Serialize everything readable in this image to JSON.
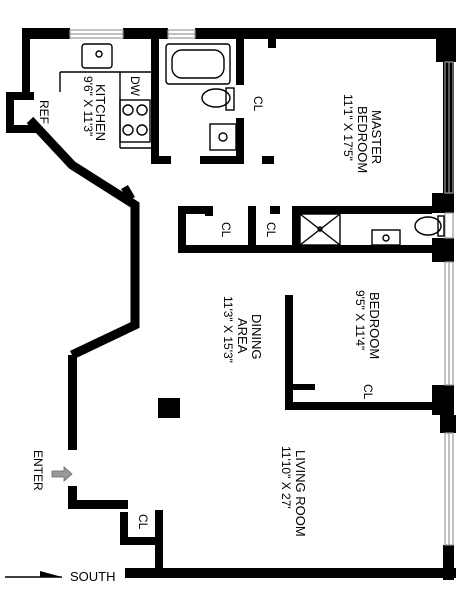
{
  "rooms": {
    "kitchen": {
      "name": "KITCHEN",
      "dims": "9'6\" X 11'3\""
    },
    "master_bedroom": {
      "name_line1": "MASTER",
      "name_line2": "BEDROOM",
      "dims": "11'1\" X 17'5\""
    },
    "bedroom": {
      "name": "BEDROOM",
      "dims": "9'5\" X 11'4\""
    },
    "dining_area": {
      "name_line1": "DINING",
      "name_line2": "AREA",
      "dims": "11'3\" X 15'3\""
    },
    "living_room": {
      "name": "LIVING ROOM",
      "dims": "11'10\" X 27'"
    }
  },
  "fixtures": {
    "dishwasher": "DW",
    "refrigerator": "REF",
    "closet": "CL"
  },
  "entry": {
    "label": "ENTER"
  },
  "compass": {
    "label": "SOUTH"
  },
  "colors": {
    "wall": "#000000",
    "window": "#cccccc",
    "arrow": "#999999"
  }
}
